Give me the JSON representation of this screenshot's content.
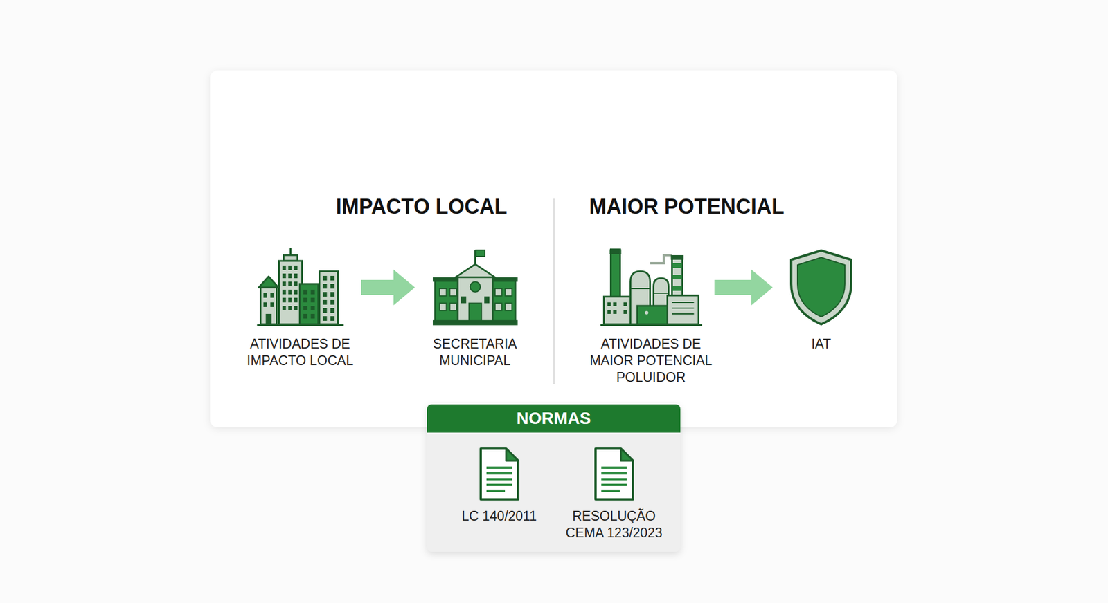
{
  "diagram": {
    "nodes": [
      {
        "text": [
          "ATIVIDADES DE IMPACTO LOCAL"
        ]
      },
      {
        "text": [
          "SECRETARIA MUNICIPAL"
        ]
      },
      {
        "text": [
          "ATIVIDADES DE MAIOR POTENCIAL POLUIDOR"
        ]
      },
      {
        "text": [
          "IAT"
        ]
      },
      {
        "text": [
          "NORMAS"
        ]
      },
      {
        "text": [
          "LC 140/2011"
        ],
        "in": 4
      },
      {
        "text": [
          "RESOLUÇÃO CEMA 123/2023"
        ],
        "in": 4
      }
    ],
    "edges": [
      {
        "from": 0,
        "to": 1,
        "arrow": "to"
      },
      {
        "from": 2,
        "to": 3,
        "arrow": "to"
      }
    ],
    "labels": [
      "IMPACTO LOCAL",
      "MAIOR POTENCIAL"
    ]
  }
}
